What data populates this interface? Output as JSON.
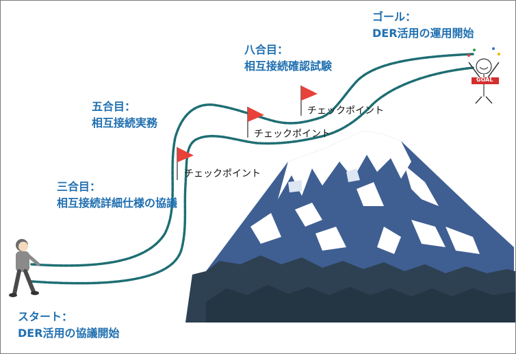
{
  "stages": {
    "start": {
      "title": "スタート：",
      "desc": "DER活用の協議開始"
    },
    "third": {
      "title": "三合目：",
      "desc": "相互接続詳細仕様の協議"
    },
    "fifth": {
      "title": "五合目：",
      "desc": "相互接続実務"
    },
    "eighth": {
      "title": "八合目：",
      "desc": "相互接続確認試験"
    },
    "goal": {
      "title": "ゴール：",
      "desc": "DER活用の運用開始"
    }
  },
  "checkpoints": [
    "チェックポイント",
    "チェックポイント",
    "チェックポイント"
  ],
  "goal_banner": "GOAL",
  "colors": {
    "label_blue": "#1f6fb0",
    "flag_red": "#e8413a",
    "mountain_blue": "#3f5f93",
    "snow": "#ffffff",
    "forest": "#2e4152",
    "path": "#1e6e73"
  }
}
